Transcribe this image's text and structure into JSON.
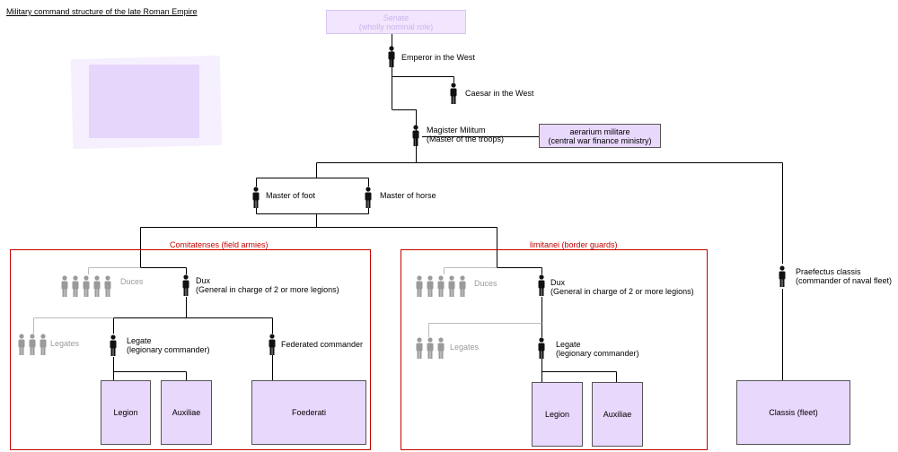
{
  "title": "Military command structure of the late Roman Empire",
  "nodes": {
    "senate": "Senate",
    "senate_note": "(wholly nominal role)",
    "emperor": "Emperor in the West",
    "caesar": "Caesar in the West",
    "magister_name": "Magister Militum",
    "magister_sub": "(Master of the troops)",
    "aerarium_name": "aerarium militare",
    "aerarium_sub": "(central war finance ministry)",
    "master_foot": "Master of foot",
    "master_horse": "Master of horse",
    "praefectus_name": "Praefectus classis",
    "praefectus_sub": "(commander of naval fleet)",
    "classis": "Classis (fleet)"
  },
  "regions": {
    "comitatenses": {
      "title": "Comitatenses (field armies)",
      "duces": "Duces",
      "dux": "Dux",
      "dux_sub": "(General in charge of 2 or more legions)",
      "legates": "Legates",
      "legate": "Legate",
      "legate_sub": "(legionary commander)",
      "federated": "Federated commander",
      "legion": "Legion",
      "auxiliae": "Auxiliae",
      "foederati": "Foederati"
    },
    "limitanei": {
      "title": "limitanei (border guards)",
      "duces": "Duces",
      "dux": "Dux",
      "dux_sub": "(General in charge of 2 or more legions)",
      "legates": "Legates",
      "legate": "Legate",
      "legate_sub": "(legionary commander)",
      "legion": "Legion",
      "auxiliae": "Auxiliae"
    }
  },
  "colors": {
    "box_fill": "#e8d8fc",
    "region_border": "#c40000",
    "line": "#000000",
    "faded_line": "#bbbbbb",
    "person": "#111111",
    "faded_person": "#9a9a9a"
  },
  "icons": [
    "person-icon",
    "person-group-icon"
  ]
}
